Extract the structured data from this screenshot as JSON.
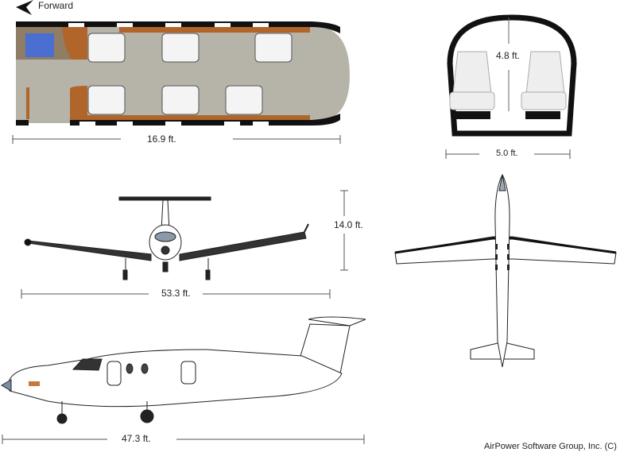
{
  "direction_label": "Forward",
  "cabin": {
    "length_label": "16.9 ft.",
    "height_label": "4.8 ft.",
    "width_label": "5.0 ft."
  },
  "front_view": {
    "height_label": "14.0 ft.",
    "span_label": "53.3 ft."
  },
  "side_view": {
    "length_label": "47.3 ft."
  },
  "credit": "AirPower Software Group, Inc. (C)",
  "colors": {
    "floor": "#b6b3a9",
    "wood": "#b0652a",
    "wall": "#111111",
    "galley_blue": "#4a6fd0"
  }
}
